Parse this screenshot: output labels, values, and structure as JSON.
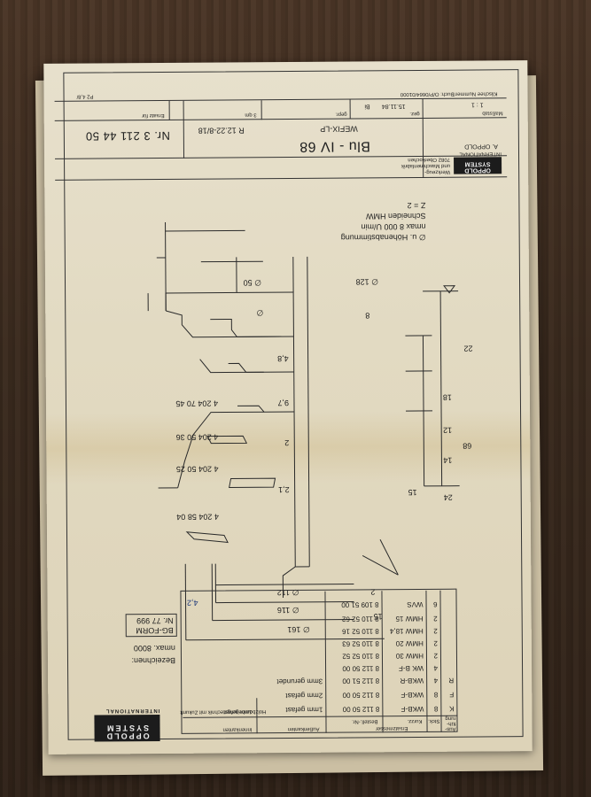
{
  "title_block": {
    "logo_line1": "OPPOLD",
    "logo_line2": "SYSTEM",
    "logo_line3": "INTERNATIONAL",
    "company_line1": "Werkzeug-",
    "company_line2": "und Maschinenfabrik",
    "company_line3": "7082 Oberkochen",
    "company_line4": "A. OPPOLD",
    "plate_ref": "Klischee Nummer/Buch: O/P/0664/01000",
    "scale_label": "Maßstab",
    "scale": "1 : 1",
    "gez_label": "gez.",
    "gez_date": "15.11.84",
    "gez_name": "Bi",
    "gepr_label": "gepr.",
    "datum_label": "3 qm",
    "ersatz_label": "Ersatz für",
    "hand_note": "P2 4,8/",
    "part_name": "Blu - IV 68",
    "part_sub": "WEFIX-LP",
    "drawing_no": "R 12.22-8/18",
    "order_no": "Nr. 3 211 44 50"
  },
  "specs": {
    "z": "Z = 2",
    "cutting": "Schneiden HMW",
    "nmax": "nmax 8 000 U/min",
    "height": "∅ u. Höhenabstimmung"
  },
  "dimensions": {
    "d50": "∅ 50",
    "d128": "∅ 128",
    "d_inner": "∅",
    "d112": "∅ 112",
    "d116": "∅ 116",
    "d161": "∅ 161",
    "w8": "8",
    "w2": "2",
    "w15a": "15",
    "w15b": "15",
    "h22": "22",
    "h18": "18",
    "h12": "12",
    "h14": "14",
    "h24": "24",
    "h68": "68",
    "r48": "4,8",
    "r97": "9,7",
    "r2": "2",
    "r21": "2,1"
  },
  "part_codes": [
    "4   204   70   45",
    "4   204   50   36",
    "4   204   50   25",
    "4   204   58   04"
  ],
  "bottom": {
    "tagline": "Holzbearbeitungstechnik mit Zukunft",
    "logo_line1": "OPPOLD",
    "logo_line2": "SYSTEM",
    "logo_line3": "INTERNATIONAL",
    "bez_label": "Bezeichnen:",
    "bez_nmax": "nmax. 8000",
    "bg_form_line1": "BG-FORM",
    "bg_form_line2": "Nr. 77 999"
  },
  "parts_table": {
    "header": {
      "aus": "Aus-",
      "fuh": "füh-",
      "rung": "rung",
      "stk": "Stck.",
      "kurz": "Kurzz.",
      "bestell": "Bestell.-Nr.",
      "ersatz": "Ersatzmesser",
      "aussen": "Außenkanten",
      "innen": "Innenkanten"
    },
    "rows": [
      {
        "a": "K",
        "b": "8",
        "c": "WKB-F",
        "d": "8 112 50 00",
        "e": "1mm gefast",
        "f": ""
      },
      {
        "a": "F",
        "b": "8",
        "c": "WKB-F",
        "d": "8 112 50 00",
        "e": "2mm gefast",
        "f": ""
      },
      {
        "a": "R",
        "b": "4",
        "c": "WKB-R",
        "d": "8 112 51 00",
        "e": "3mm gerundet",
        "f": ""
      },
      {
        "a": "",
        "b": "4",
        "c": "WK B-F",
        "d": "8 112 50 00",
        "e": "",
        "f": ""
      },
      {
        "a": "",
        "b": "2",
        "c": "HMW 30",
        "d": "8 110 52 52",
        "e": "",
        "f": ""
      },
      {
        "a": "",
        "b": "2",
        "c": "HMW 20",
        "d": "8 110 52 63",
        "e": "",
        "f": ""
      },
      {
        "a": "",
        "b": "2",
        "c": "HMW 18,4",
        "d": "8 110 52 16",
        "e": "",
        "f": ""
      },
      {
        "a": "",
        "b": "2",
        "c": "HMW 15",
        "d": "8 110 52 62",
        "e": "",
        "f": ""
      },
      {
        "a": "",
        "b": "6",
        "c": "WVS",
        "d": "8 109 51 00",
        "e": "",
        "f": ""
      }
    ],
    "right_header_note": "1mm gefast",
    "hand_mark": "4,2"
  }
}
